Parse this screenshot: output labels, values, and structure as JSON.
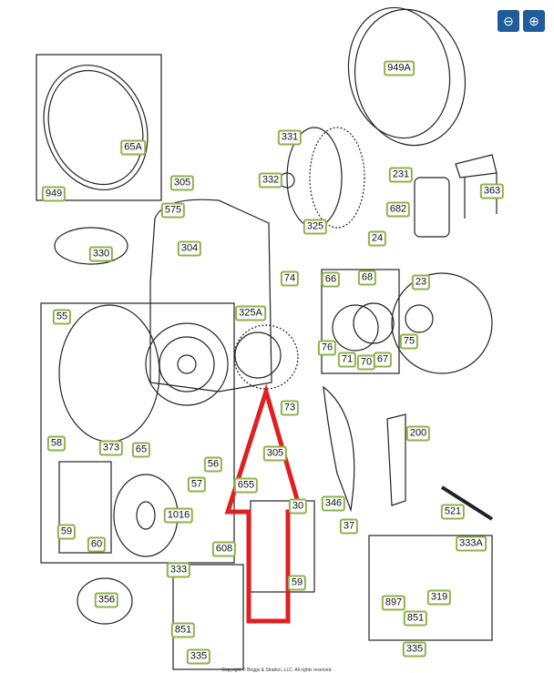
{
  "toolbar": {
    "zoom_out": "zoom-out",
    "zoom_in": "zoom-in"
  },
  "labels": [
    "949A",
    "65A",
    "949",
    "305",
    "575",
    "331",
    "332",
    "325",
    "231",
    "682",
    "363",
    "330",
    "304",
    "24",
    "74",
    "66",
    "68",
    "23",
    "55",
    "325A",
    "76",
    "71",
    "70",
    "67",
    "75",
    "73",
    "200",
    "58",
    "373",
    "65",
    "305",
    "56",
    "57",
    "655",
    "346",
    "521",
    "1016",
    "59",
    "60",
    "37",
    "608",
    "333A",
    "333",
    "59",
    "356",
    "897",
    "319",
    "851",
    "851",
    "335",
    "335",
    "30"
  ],
  "copyright": "Copyright © Briggs & Stratton, LLC. All rights reserved.",
  "colors": {
    "label_border": "#8db34a",
    "arrow": "#e02020",
    "button": "#1f5c99"
  }
}
